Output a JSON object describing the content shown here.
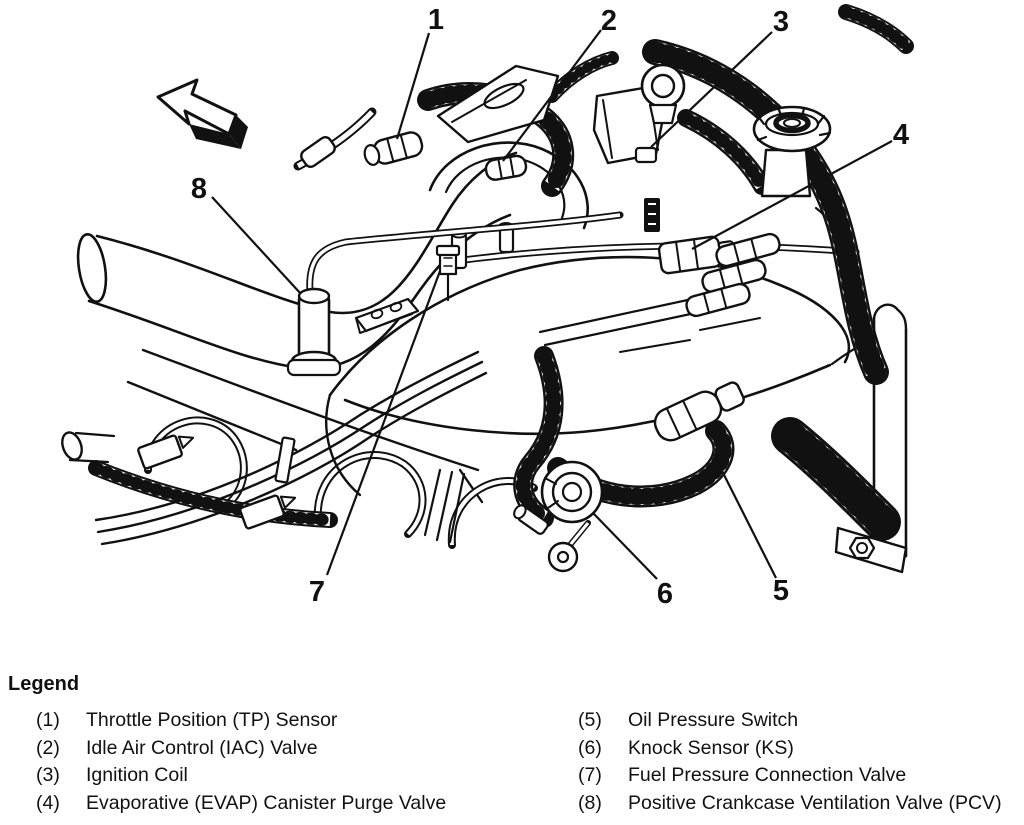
{
  "figure": {
    "kind": "engine-component-callout-diagram",
    "direction_arrow": "front-of-vehicle-arrow"
  },
  "callouts": [
    {
      "number": "1",
      "part": "Throttle Position (TP) Sensor"
    },
    {
      "number": "2",
      "part": "Idle Air Control (IAC) Valve"
    },
    {
      "number": "3",
      "part": "Ignition Coil"
    },
    {
      "number": "4",
      "part": "Evaporative (EVAP) Canister Purge Valve"
    },
    {
      "number": "5",
      "part": "Oil Pressure Switch"
    },
    {
      "number": "6",
      "part": "Knock Sensor (KS)"
    },
    {
      "number": "7",
      "part": "Fuel Pressure Connection Valve"
    },
    {
      "number": "8",
      "part": "Positive Crankcase Ventilation Valve (PCV)"
    }
  ],
  "legend": {
    "title": "Legend",
    "items": [
      {
        "number": "(1)",
        "label": "Throttle Position (TP) Sensor"
      },
      {
        "number": "(2)",
        "label": "Idle Air Control (IAC) Valve"
      },
      {
        "number": "(3)",
        "label": "Ignition Coil"
      },
      {
        "number": "(4)",
        "label": "Evaporative (EVAP) Canister Purge Valve"
      },
      {
        "number": "(5)",
        "label": "Oil Pressure Switch"
      },
      {
        "number": "(6)",
        "label": "Knock Sensor (KS)"
      },
      {
        "number": "(7)",
        "label": "Fuel Pressure Connection Valve"
      },
      {
        "number": "(8)",
        "label": "Positive Crankcase Ventilation Valve (PCV)"
      }
    ]
  },
  "colors": {
    "ink": "#111111",
    "paper": "#ffffff"
  }
}
